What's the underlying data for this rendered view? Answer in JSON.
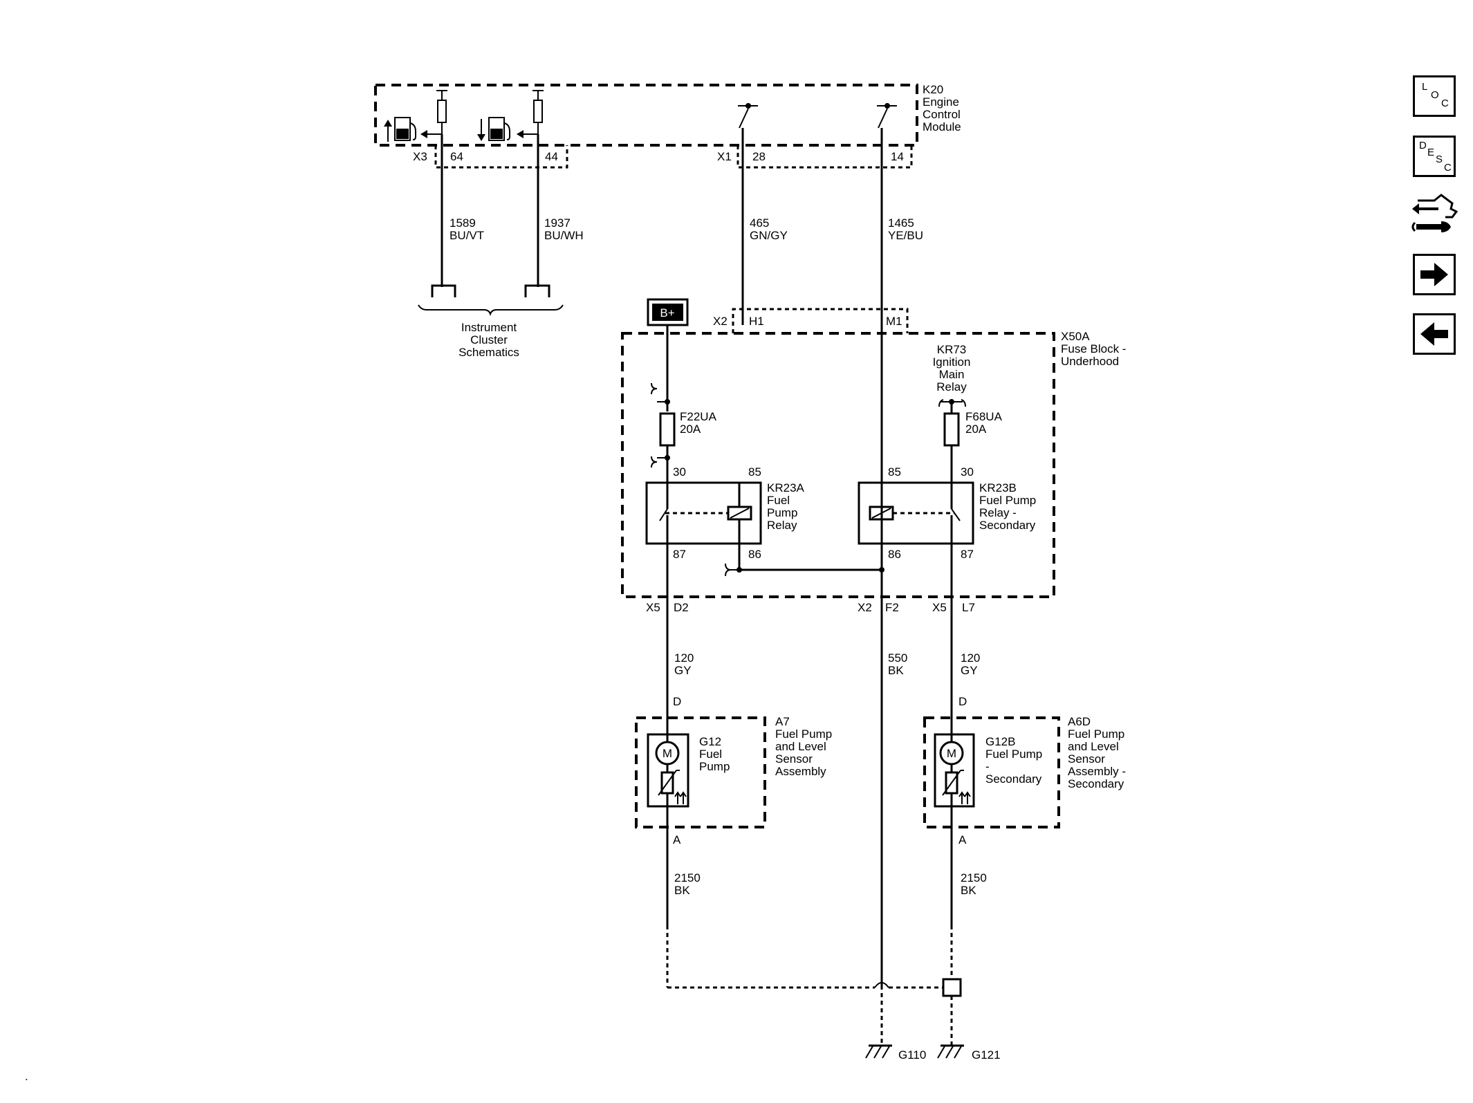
{
  "ecm": {
    "id": "K20",
    "name_lines": [
      "Engine",
      "Control",
      "Module"
    ],
    "conn_x3": "X3",
    "pin_64": "64",
    "pin_44": "44",
    "conn_x1": "X1",
    "pin_28": "28",
    "pin_14": "14"
  },
  "wires": {
    "w1589": {
      "circuit": "1589",
      "color": "BU/VT"
    },
    "w1937": {
      "circuit": "1937",
      "color": "BU/WH"
    },
    "w465": {
      "circuit": "465",
      "color": "GN/GY"
    },
    "w1465": {
      "circuit": "1465",
      "color": "YE/BU"
    },
    "w120a": {
      "circuit": "120",
      "color": "GY"
    },
    "w550": {
      "circuit": "550",
      "color": "BK"
    },
    "w120b": {
      "circuit": "120",
      "color": "GY"
    },
    "w2150a": {
      "circuit": "2150",
      "color": "BK"
    },
    "w2150b": {
      "circuit": "2150",
      "color": "BK"
    }
  },
  "cluster": {
    "lines": [
      "Instrument",
      "Cluster",
      "Schematics"
    ]
  },
  "power": {
    "label": "B+"
  },
  "fuse_block": {
    "id": "X50A",
    "name_lines": [
      "Fuse Block -",
      "Underhood"
    ],
    "conn_x2_top": "X2",
    "pin_h1": "H1",
    "pin_m1": "M1",
    "conn_x5_a": "X5",
    "pin_d2": "D2",
    "conn_x2_bot": "X2",
    "pin_f2": "F2",
    "conn_x5_b": "X5",
    "pin_l7": "L7"
  },
  "ignition_relay": {
    "lines": [
      "KR73",
      "Ignition",
      "Main",
      "Relay"
    ]
  },
  "fuse_a": {
    "id": "F22UA",
    "rating": "20A"
  },
  "fuse_b": {
    "id": "F68UA",
    "rating": "20A"
  },
  "relay_a": {
    "id": "KR23A",
    "name_lines": [
      "Fuel",
      "Pump",
      "Relay"
    ],
    "p30": "30",
    "p85": "85",
    "p87": "87",
    "p86": "86"
  },
  "relay_b": {
    "id": "KR23B",
    "name_lines": [
      "Fuel Pump",
      "Relay -",
      "Secondary"
    ],
    "p30": "30",
    "p85": "85",
    "p87": "87",
    "p86": "86"
  },
  "pump_a": {
    "assembly_id": "A7",
    "assembly_lines": [
      "Fuel Pump",
      "and Level",
      "Sensor",
      "Assembly"
    ],
    "motor_id": "G12",
    "motor_lines": [
      "Fuel",
      "Pump"
    ],
    "pin_top": "D",
    "pin_bottom": "A",
    "motor_symbol": "M"
  },
  "pump_b": {
    "assembly_id": "A6D",
    "assembly_lines": [
      "Fuel Pump",
      "and Level",
      "Sensor",
      "Assembly -",
      "Secondary"
    ],
    "motor_id": "G12B",
    "motor_lines": [
      "Fuel Pump",
      "-",
      "Secondary"
    ],
    "pin_top": "D",
    "pin_bottom": "A",
    "motor_symbol": "M"
  },
  "grounds": {
    "g110": "G110",
    "g121": "G121"
  },
  "nav": {
    "loc": [
      "L",
      "O",
      "C"
    ],
    "desc": [
      "D",
      "E",
      "S",
      "C"
    ],
    "icons": [
      "connector-swap-icon",
      "arrow-right-icon",
      "arrow-left-icon"
    ]
  },
  "corner_mark": "."
}
